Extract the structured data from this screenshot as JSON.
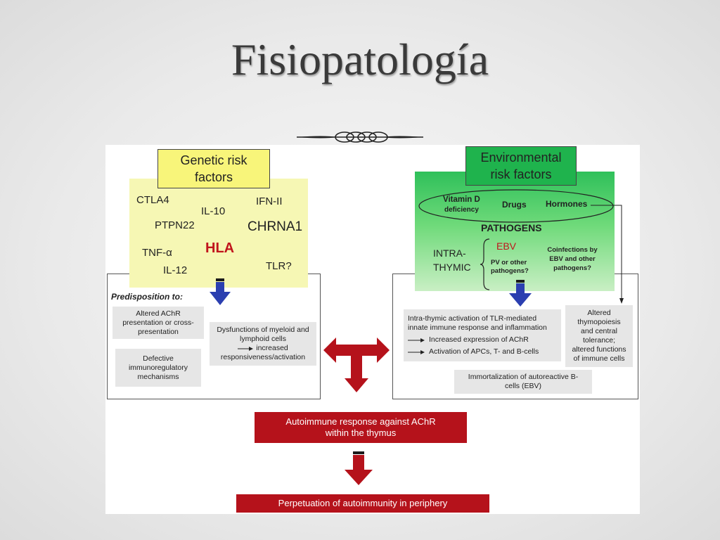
{
  "slide": {
    "title": "Fisiopatología"
  },
  "genetic": {
    "header": [
      "Genetic risk",
      "factors"
    ],
    "genes": {
      "ctla4": "CTLA4",
      "il10": "IL-10",
      "ifn": "IFN-II",
      "ptpn22": "PTPN22",
      "chrna1": "CHRNA1",
      "tnf": "TNF-α",
      "hla": "HLA",
      "il12": "IL-12",
      "tlr": "TLR?"
    },
    "predisposition_label": "Predisposition to:",
    "items": {
      "achr": [
        "Altered AChR",
        "presentation or cross-",
        "presentation"
      ],
      "defective": [
        "Defective",
        "immunoregulatory",
        "mechanisms"
      ],
      "dysfunctions_top": [
        "Dysfunctions of myeloid and",
        "lymphoid cells"
      ],
      "dysfunctions_bottom": [
        "increased",
        "responsiveness/activation"
      ]
    }
  },
  "environmental": {
    "header": [
      "Environmental",
      "risk factors"
    ],
    "ellipse": {
      "vitamin": "Vitamin D",
      "deficiency": "deficiency",
      "drugs": "Drugs",
      "hormones": "Hormones"
    },
    "pathogens": "PATHOGENS",
    "intra": "INTRA-",
    "thymic": "THYMIC",
    "ebv": "EBV",
    "pv": [
      "PV or other",
      "pathogens?"
    ],
    "coinfections": [
      "Coinfections by",
      "EBV and other",
      "pathogens?"
    ],
    "activation": {
      "title": [
        "Intra-thymic activation of TLR-mediated",
        "innate immune response and inflammation"
      ],
      "line1": "Increased expression of AChR",
      "line2": "Activation of APCs, T- and B-cells"
    },
    "altered": [
      "Altered",
      "thymopoiesis",
      "and central",
      "tolerance;",
      "altered functions",
      "of immune cells"
    ],
    "immortalization": [
      "Immortalization of autoreactive B-",
      "cells (EBV)"
    ]
  },
  "outcomes": {
    "autoimmune": [
      "Autoimmune response against AChR",
      "within the thymus"
    ],
    "perpetuation": "Perpetuation of autoimmunity in periphery"
  },
  "colors": {
    "red": "#b5121b",
    "blue": "#2b3fb0",
    "yellow": "#f6f7b4",
    "green": "#2fc05a"
  }
}
